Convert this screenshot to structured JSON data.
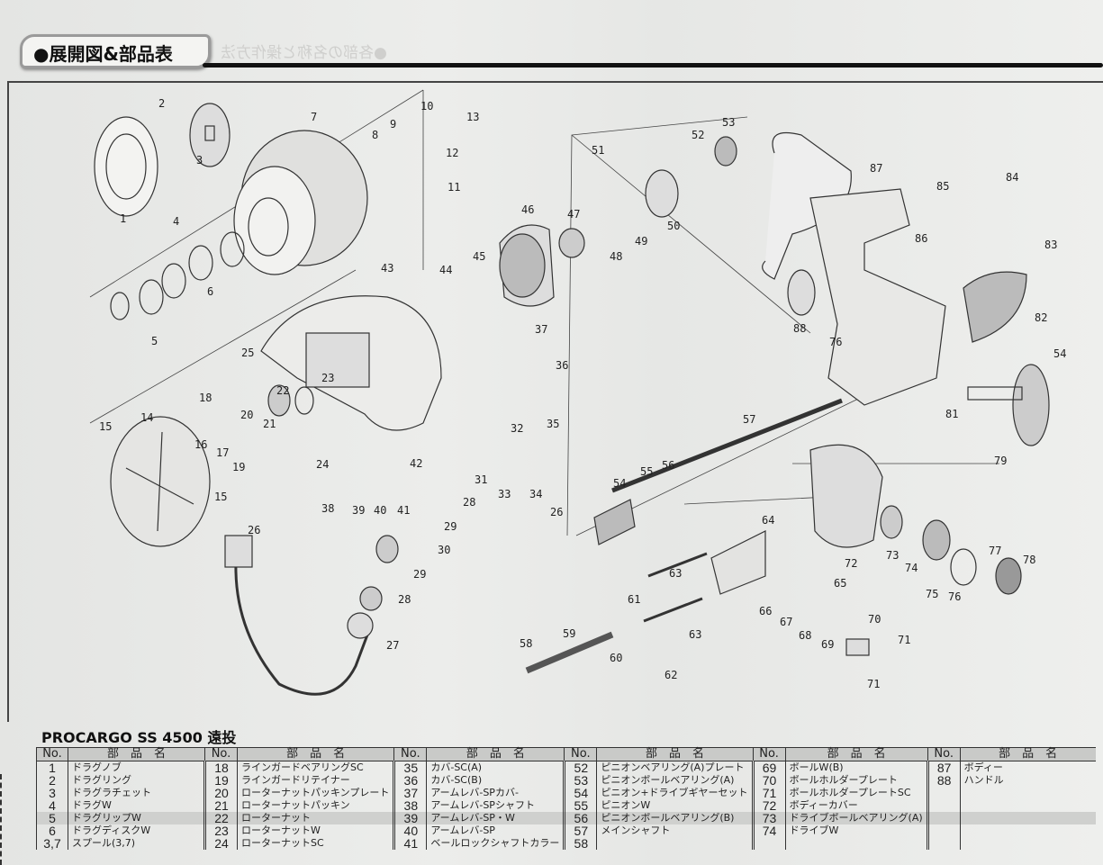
{
  "header": {
    "section_title": "●展開図&部品表",
    "ghost_title": "●各部の名称と操作方法"
  },
  "diagram": {
    "labels": [
      "1",
      "2",
      "3",
      "10",
      "9",
      "8",
      "7",
      "13",
      "12",
      "11",
      "4",
      "6",
      "5",
      "43",
      "44",
      "45",
      "46",
      "47",
      "48",
      "49",
      "50",
      "51",
      "52",
      "53",
      "25",
      "23",
      "22",
      "37",
      "36",
      "35",
      "18",
      "20",
      "21",
      "14",
      "15",
      "16",
      "17",
      "19",
      "24",
      "32",
      "42",
      "31",
      "28",
      "33",
      "34",
      "26",
      "38",
      "39",
      "40",
      "41",
      "15",
      "26",
      "29",
      "30",
      "29",
      "28",
      "27",
      "87",
      "85",
      "84",
      "86",
      "83",
      "82",
      "88",
      "76",
      "54",
      "81",
      "57",
      "54",
      "55",
      "56",
      "79",
      "64",
      "65",
      "63",
      "61",
      "66",
      "67",
      "68",
      "69",
      "70",
      "71",
      "71",
      "72",
      "73",
      "74",
      "75",
      "76",
      "77",
      "78",
      "63",
      "59",
      "58",
      "60",
      "62"
    ]
  },
  "parts_list": {
    "title": "PROCARGO SS 4500 遠投",
    "header_no": "No.",
    "header_name": "部　品　名",
    "rows": [
      [
        [
          "1",
          "ドラグノブ"
        ],
        [
          "18",
          "ラインガードベアリングSC"
        ],
        [
          "35",
          "カバ-SC(A)"
        ],
        [
          "52",
          "ピニオンベアリング(A)プレート"
        ],
        [
          "69",
          "ボールW(B)"
        ],
        [
          "87",
          "ボディー"
        ]
      ],
      [
        [
          "2",
          "ドラグリング"
        ],
        [
          "19",
          "ラインガードリテイナー"
        ],
        [
          "36",
          "カバ-SC(B)"
        ],
        [
          "53",
          "ピニオンボールベアリング(A)"
        ],
        [
          "70",
          "ボールホルダープレート"
        ],
        [
          "88",
          "ハンドル"
        ]
      ],
      [
        [
          "3",
          "ドラグラチェット"
        ],
        [
          "20",
          "ローターナットパッキンプレート"
        ],
        [
          "37",
          "アームレバ-SPカバ-"
        ],
        [
          "54",
          "ピニオン+ドライブギヤーセット"
        ],
        [
          "71",
          "ボールホルダープレートSC"
        ],
        [
          "",
          ""
        ]
      ],
      [
        [
          "4",
          "ドラグW"
        ],
        [
          "21",
          "ローターナットパッキン"
        ],
        [
          "38",
          "アームレバ-SPシャフト"
        ],
        [
          "55",
          "ピニオンW"
        ],
        [
          "72",
          "ボディーカバー"
        ],
        [
          "",
          ""
        ]
      ],
      [
        [
          "5",
          "ドラグリップW"
        ],
        [
          "22",
          "ローターナット"
        ],
        [
          "39",
          "アームレバ-SP・W"
        ],
        [
          "56",
          "ピニオンボールベアリング(B)"
        ],
        [
          "73",
          "ドライブボールベアリング(A)"
        ],
        [
          "",
          ""
        ]
      ],
      [
        [
          "6",
          "ドラグディスクW"
        ],
        [
          "23",
          "ローターナットW"
        ],
        [
          "40",
          "アームレバ-SP"
        ],
        [
          "57",
          "メインシャフト"
        ],
        [
          "74",
          "ドライブW"
        ],
        [
          "",
          ""
        ]
      ],
      [
        [
          "3,7",
          "スプール(3,7)"
        ],
        [
          "24",
          "ローターナットSC"
        ],
        [
          "41",
          "ベールロックシャフトカラー"
        ],
        [
          "58",
          ""
        ],
        [
          "",
          ""
        ],
        [
          "",
          ""
        ]
      ]
    ]
  }
}
